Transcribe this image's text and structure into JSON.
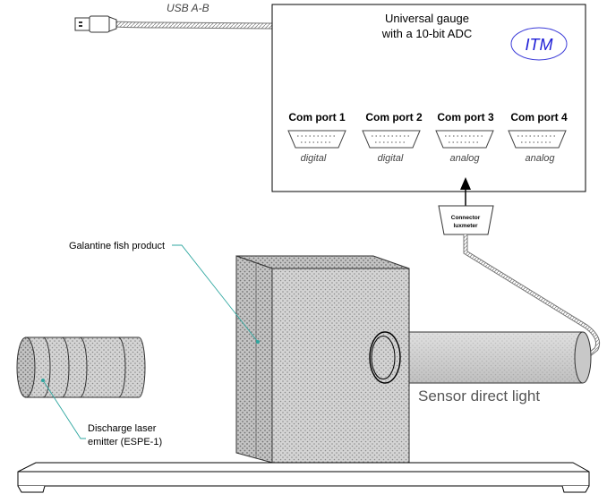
{
  "cable": {
    "label": "USB A-B"
  },
  "gauge": {
    "title_line1": "Universal gauge",
    "title_line2": "with a 10-bit ADC",
    "logo": "ITM",
    "ports": [
      {
        "name": "Com port 1",
        "type": "digital"
      },
      {
        "name": "Com port 2",
        "type": "digital"
      },
      {
        "name": "Com port 3",
        "type": "analog"
      },
      {
        "name": "Com port 4",
        "type": "analog"
      }
    ]
  },
  "connector": {
    "line1": "Connector",
    "line2": "luxmeter"
  },
  "sample": {
    "label": "Galantine fish product"
  },
  "sensor": {
    "label": "Sensor direct light"
  },
  "emitter": {
    "line1": "Discharge laser",
    "line2": "emitter (ESPE-1)"
  },
  "colors": {
    "callout": "#2fa7a0",
    "logo": "#1b1bd6",
    "logo_ring": "#3a3ad8"
  }
}
